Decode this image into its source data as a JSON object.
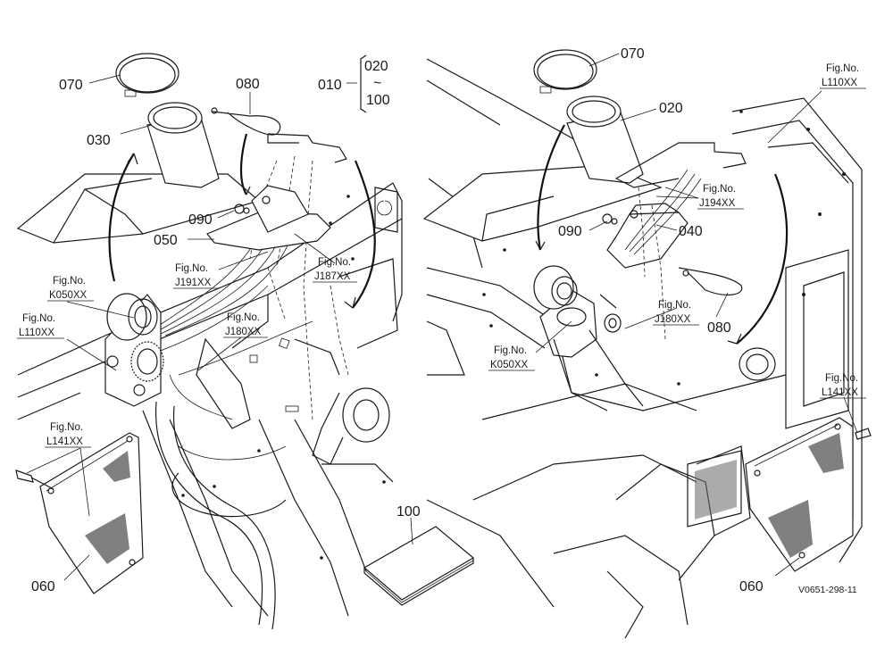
{
  "left_panel": {
    "part_labels": {
      "p070": "070",
      "p030": "030",
      "p080": "080",
      "p010": "010",
      "p020": "020",
      "tilde": "~",
      "p100": "100",
      "p090": "090",
      "p050": "050",
      "p060": "060",
      "p100_book": "100"
    },
    "fig_refs": [
      {
        "line1": "Fig.No.",
        "line2": "J191XX"
      },
      {
        "line1": "Fig.No.",
        "line2": "J187XX"
      },
      {
        "line1": "Fig.No.",
        "line2": "K050XX"
      },
      {
        "line1": "Fig.No.",
        "line2": "L110XX"
      },
      {
        "line1": "Fig.No.",
        "line2": "J180XX"
      },
      {
        "line1": "Fig.No.",
        "line2": "L141XX"
      }
    ]
  },
  "right_panel": {
    "part_labels": {
      "p070": "070",
      "p020": "020",
      "p090": "090",
      "p040": "040",
      "p080": "080",
      "p060": "060"
    },
    "fig_refs": [
      {
        "line1": "Fig.No.",
        "line2": "L110XX"
      },
      {
        "line1": "Fig.No.",
        "line2": "J194XX"
      },
      {
        "line1": "Fig.No.",
        "line2": "J180XX"
      },
      {
        "line1": "Fig.No.",
        "line2": "K050XX"
      },
      {
        "line1": "Fig.No.",
        "line2": "L141XX"
      }
    ]
  },
  "drawing_code": "V0651-298-11"
}
